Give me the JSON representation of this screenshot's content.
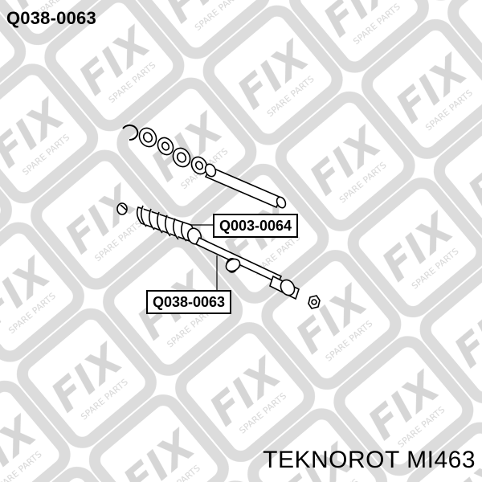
{
  "header": {
    "part_number": "Q038-0063"
  },
  "callouts": [
    {
      "label": "Q003-0064"
    },
    {
      "label": "Q038-0063"
    }
  ],
  "footer": {
    "cross_reference": "TEKNOROT MI463"
  },
  "watermark": {
    "brand": "FIX",
    "tagline": "SPARE PARTS",
    "color": "#d9d9d9"
  }
}
